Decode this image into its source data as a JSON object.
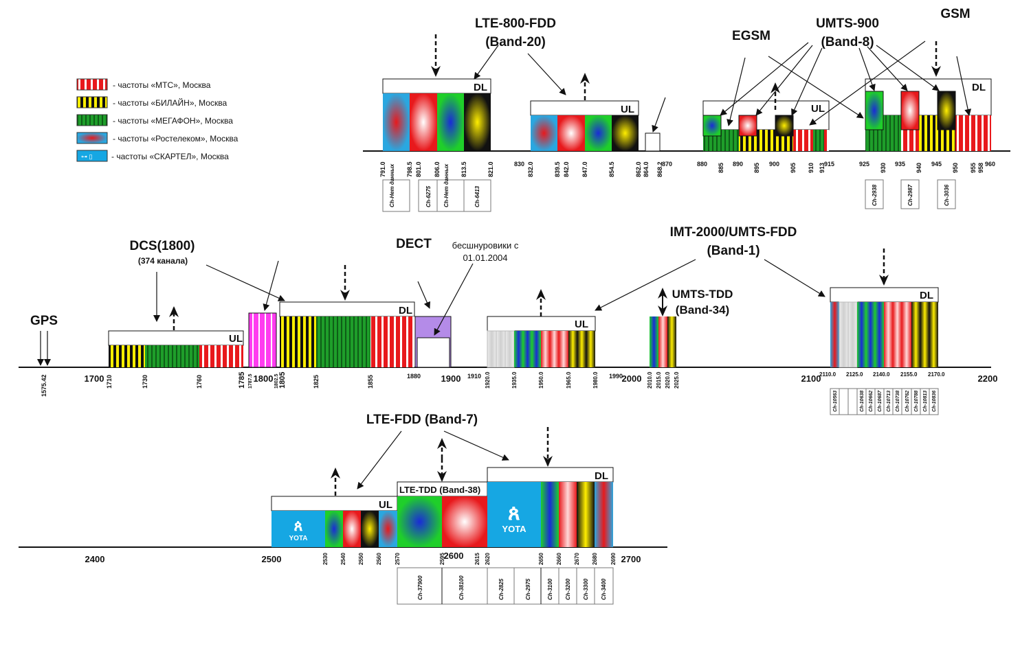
{
  "colors": {
    "mts": "#e8191c",
    "beeline": "#d9c400",
    "megafon": "#1e9e2a",
    "rostelecom": "#2aa7e0",
    "yota": "#16a7e3",
    "dect": "#b48be8",
    "magenta": "#ff3cf0",
    "neutral": "#d8d8d8"
  },
  "legend": [
    {
      "operator": "mts",
      "label": "- частоты «МТС», Москва"
    },
    {
      "operator": "beeline",
      "label": "- частоты «БИЛАЙН», Москва"
    },
    {
      "operator": "megafon",
      "label": "- частоты «МЕГАФОН», Москва"
    },
    {
      "operator": "rostelecom",
      "label": "- частоты «Ростелеком», Москва"
    },
    {
      "operator": "yota",
      "label": "- частоты «СКАРТЕЛ», Москва"
    }
  ],
  "titles": {
    "lte800": [
      "LTE-800-FDD",
      "(Band-20)"
    ],
    "egsm": "EGSM",
    "umts900": [
      "UMTS-900",
      "(Band-8)"
    ],
    "gsm": "GSM",
    "gps": "GPS",
    "dcs": "DCS(1800)",
    "dcs_sub": "(374 канала)",
    "dect": "DECT",
    "dect_note": [
      "бесшнуровики с",
      "01.01.2004"
    ],
    "imt": [
      "IMT-2000/UMTS-FDD",
      "(Band-1)"
    ],
    "umts_tdd": [
      "UMTS-TDD",
      "(Band-34)"
    ],
    "lte7": "LTE-FDD (Band-7)",
    "lte_tdd": "LTE-TDD (Band-38)",
    "yota": "YOTA"
  },
  "headers": {
    "dl": "DL",
    "ul": "UL"
  },
  "row1": {
    "ticks": [
      "791.0",
      "798.5",
      "801.0",
      "806.0",
      "813.5",
      "821.0",
      "830",
      "832.0",
      "839.5",
      "842.0",
      "847.0",
      "854.5",
      "862.0",
      "864.0",
      "868.2",
      "870",
      "880",
      "885",
      "890",
      "895",
      "900",
      "905",
      "910",
      "913",
      "915",
      "925",
      "930",
      "935",
      "940",
      "945",
      "950",
      "955",
      "958",
      "960"
    ],
    "channels": [
      "Ch-Нет данных",
      "Ch-6275",
      "Ch-Нет данных",
      "Ch-6413",
      "Ch-2938",
      "Ch-2987",
      "Ch-3036"
    ]
  },
  "row2": {
    "major": [
      "1700",
      "1800",
      "1900",
      "2000",
      "2100",
      "2200"
    ],
    "ticks": [
      "1575.42",
      "1710",
      "1730",
      "1760",
      "1785",
      "1787.5",
      "1802.5",
      "1805",
      "1825",
      "1855",
      "1880",
      "1910",
      "1920.0",
      "1935.0",
      "1950.0",
      "1965.0",
      "1980.0",
      "1990",
      "2010.0",
      "2015.0",
      "2020.0",
      "2025.0",
      "2110.0",
      "2125.0",
      "2140.0",
      "2155.0",
      "2170.0"
    ],
    "channels": [
      "Ch-10563",
      "Ch-10638",
      "Ch-10662",
      "Ch-10687",
      "Ch-10713",
      "Ch-10738",
      "Ch-10762",
      "Ch-10788",
      "Ch-10813",
      "Ch-10836"
    ]
  },
  "row3": {
    "major": [
      "2400",
      "2500",
      "2600",
      "2700"
    ],
    "ticks": [
      "2530",
      "2540",
      "2550",
      "2560",
      "2570",
      "2595",
      "2615",
      "2620",
      "2650",
      "2660",
      "2670",
      "2680",
      "2690"
    ],
    "channels": [
      "Ch-37900",
      "Ch-38100",
      "Ch-2825",
      "Ch-2975",
      "Ch-3100",
      "Ch-3200",
      "Ch-3300",
      "Ch-3400"
    ]
  }
}
